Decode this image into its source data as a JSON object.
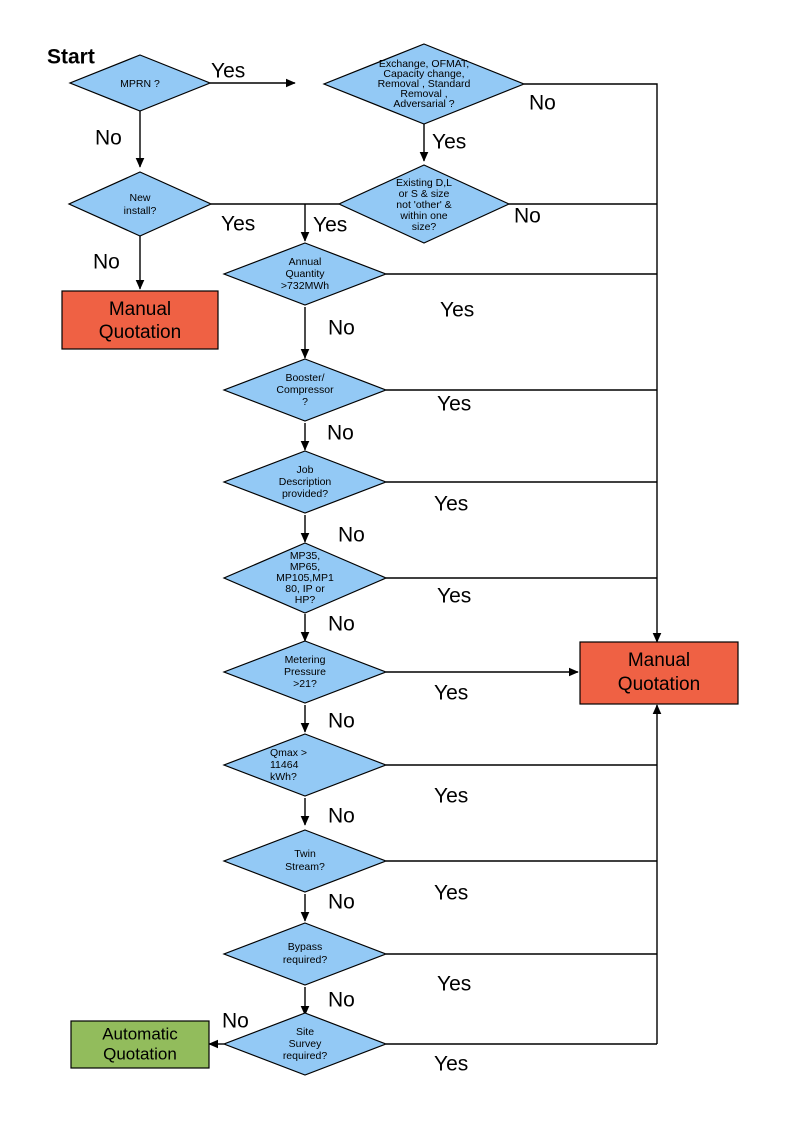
{
  "diagram": {
    "title_label": "Start",
    "colors": {
      "decision_fill": "#93C9F5",
      "manual_fill": "#EF6144",
      "automatic_fill": "#92BC5C",
      "line": "#000000",
      "background": "#FFFFFF"
    },
    "nodes": [
      {
        "id": "mprn",
        "type": "decision",
        "lines": [
          "MPRN ?"
        ]
      },
      {
        "id": "exchange",
        "type": "decision",
        "lines": [
          "Exchange, OFMAT,",
          "Capacity change,",
          "Removal , Standard",
          "Removal ,",
          "Adversarial ?"
        ]
      },
      {
        "id": "new-install",
        "type": "decision",
        "lines": [
          "New",
          "install?"
        ]
      },
      {
        "id": "existing-dls",
        "type": "decision",
        "lines": [
          "Existing D,L",
          "or S & size",
          "not 'other' &",
          "within one",
          "size?"
        ]
      },
      {
        "id": "annual-quantity",
        "type": "decision",
        "lines": [
          "Annual",
          "Quantity",
          ">732MWh"
        ]
      },
      {
        "id": "booster",
        "type": "decision",
        "lines": [
          "Booster/",
          "Compressor",
          "?"
        ]
      },
      {
        "id": "job-description",
        "type": "decision",
        "lines": [
          "Job",
          "Description",
          "provided?"
        ]
      },
      {
        "id": "mp-pressure-tier",
        "type": "decision",
        "lines": [
          "MP35,",
          "MP65,",
          "MP105,MP1",
          "80, IP or",
          "HP?"
        ]
      },
      {
        "id": "metering-pressure",
        "type": "decision",
        "lines": [
          "Metering",
          "Pressure",
          ">21?"
        ]
      },
      {
        "id": "qmax",
        "type": "decision",
        "align": "left",
        "lines": [
          "Qmax >",
          "11464",
          "kWh?"
        ]
      },
      {
        "id": "twin-stream",
        "type": "decision",
        "lines": [
          "Twin",
          "Stream?"
        ]
      },
      {
        "id": "bypass",
        "type": "decision",
        "lines": [
          "Bypass",
          "required?"
        ]
      },
      {
        "id": "site-survey",
        "type": "decision",
        "lines": [
          "Site",
          "Survey",
          "required?"
        ]
      },
      {
        "id": "manual-quotation-left",
        "type": "terminal-manual",
        "lines": [
          "Manual",
          "Quotation"
        ]
      },
      {
        "id": "manual-quotation-right",
        "type": "terminal-manual",
        "lines": [
          "Manual",
          "Quotation"
        ]
      },
      {
        "id": "automatic-quotation",
        "type": "terminal-automatic",
        "lines": [
          "Automatic",
          "Quotation"
        ]
      }
    ],
    "edge_labels": {
      "mprn_yes": "Yes",
      "mprn_no": "No",
      "exchange_no": "No",
      "exchange_yes": "Yes",
      "new_install_yes": "Yes",
      "new_install_no": "No",
      "existing_yes": "Yes",
      "existing_no": "No",
      "annual_yes": "Yes",
      "annual_no": "No",
      "booster_yes": "Yes",
      "booster_no": "No",
      "job_yes": "Yes",
      "job_no": "No",
      "mp_yes": "Yes",
      "mp_no": "No",
      "metering_yes": "Yes",
      "metering_no": "No",
      "qmax_yes": "Yes",
      "qmax_no": "No",
      "twin_yes": "Yes",
      "twin_no": "No",
      "bypass_yes": "Yes",
      "bypass_no": "No",
      "site_yes": "Yes",
      "site_no": "No"
    }
  }
}
